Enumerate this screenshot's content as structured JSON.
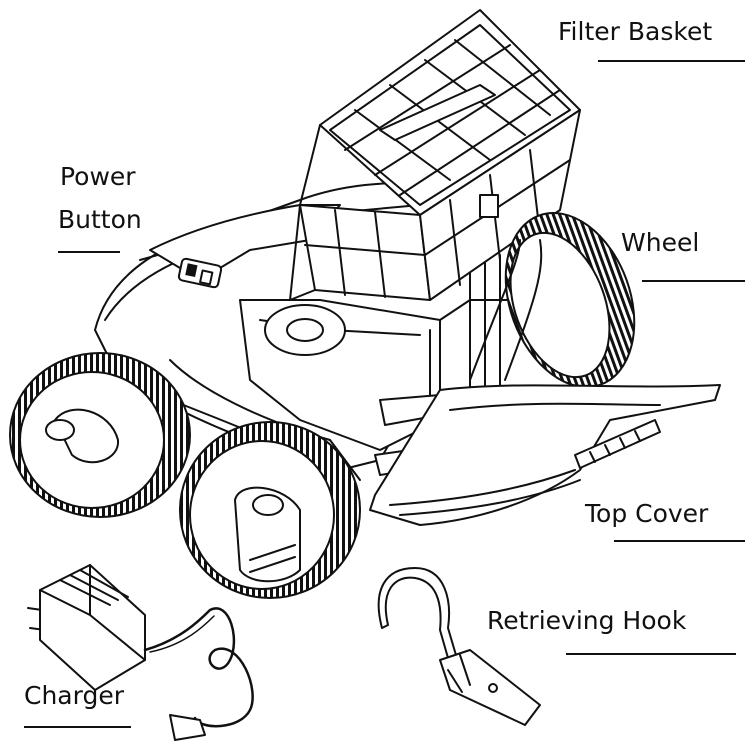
{
  "labels": {
    "filter_basket": "Filter Basket",
    "power_button_line1": "Power",
    "power_button_line2": "Button",
    "wheel": "Wheel",
    "top_cover": "Top Cover",
    "retrieving_hook": "Retrieving Hook",
    "charger": "Charger"
  },
  "colors": {
    "ink": "#111111",
    "background": "#ffffff"
  }
}
